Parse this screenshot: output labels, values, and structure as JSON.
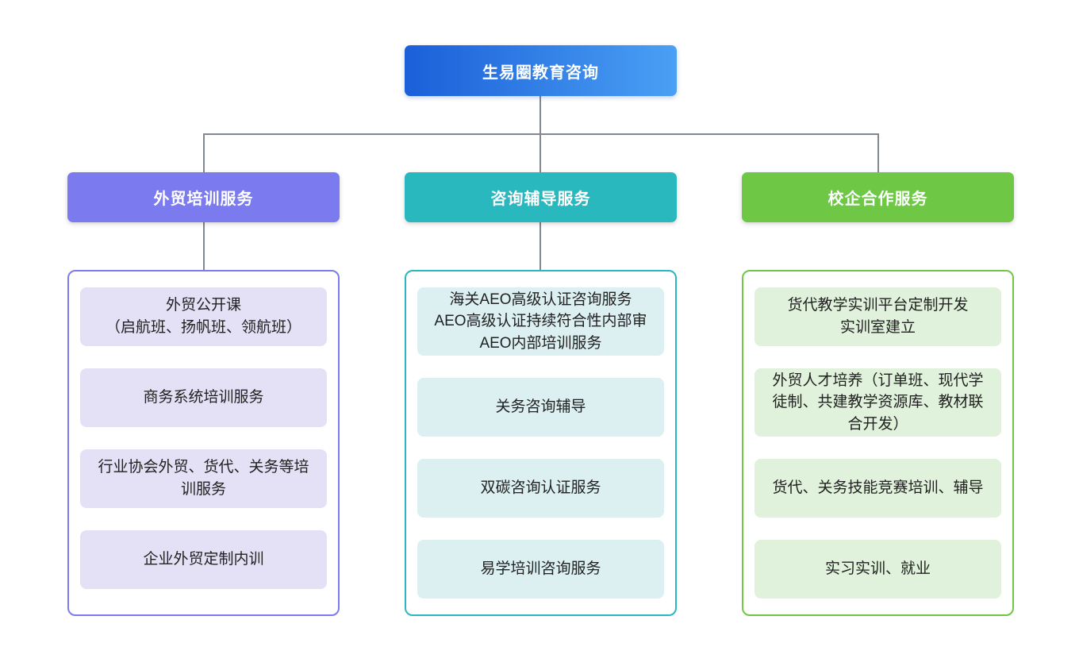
{
  "root": {
    "label": "生易圈教育咨询"
  },
  "colors": {
    "root_grad_start": "#1b5fd9",
    "root_grad_end": "#4aa0f4",
    "purple": "#7b7bef",
    "teal": "#29b8be",
    "green": "#6ec845",
    "purple_bg": "#e4e1f6",
    "teal_bg": "#dcf0f2",
    "green_bg": "#e0f2db",
    "line": "#818890",
    "text": "#212121"
  },
  "branches": [
    {
      "label": "外贸培训服务",
      "theme": "purple",
      "items": [
        {
          "lines": [
            "外贸公开课",
            "（启航班、扬帆班、领航班）"
          ]
        },
        {
          "lines": [
            "商务系统培训服务"
          ]
        },
        {
          "lines": [
            "行业协会外贸、货代、关务等培训服务"
          ]
        },
        {
          "lines": [
            "企业外贸定制内训"
          ]
        }
      ]
    },
    {
      "label": "咨询辅导服务",
      "theme": "teal",
      "items": [
        {
          "lines": [
            "海关AEO高级认证咨询服务",
            "AEO高级认证持续符合性内部审",
            "AEO内部培训服务"
          ]
        },
        {
          "lines": [
            "关务咨询辅导"
          ]
        },
        {
          "lines": [
            "双碳咨询认证服务"
          ]
        },
        {
          "lines": [
            "易学培训咨询服务"
          ]
        }
      ]
    },
    {
      "label": "校企合作服务",
      "theme": "green",
      "items": [
        {
          "lines": [
            "货代教学实训平台定制开发",
            "实训室建立"
          ]
        },
        {
          "lines": [
            "外贸人才培养（订单班、现代学徒制、共建教学资源库、教材联合开发）"
          ]
        },
        {
          "lines": [
            "货代、关务技能竞赛培训、辅导"
          ]
        },
        {
          "lines": [
            "实习实训、就业"
          ]
        }
      ]
    }
  ]
}
